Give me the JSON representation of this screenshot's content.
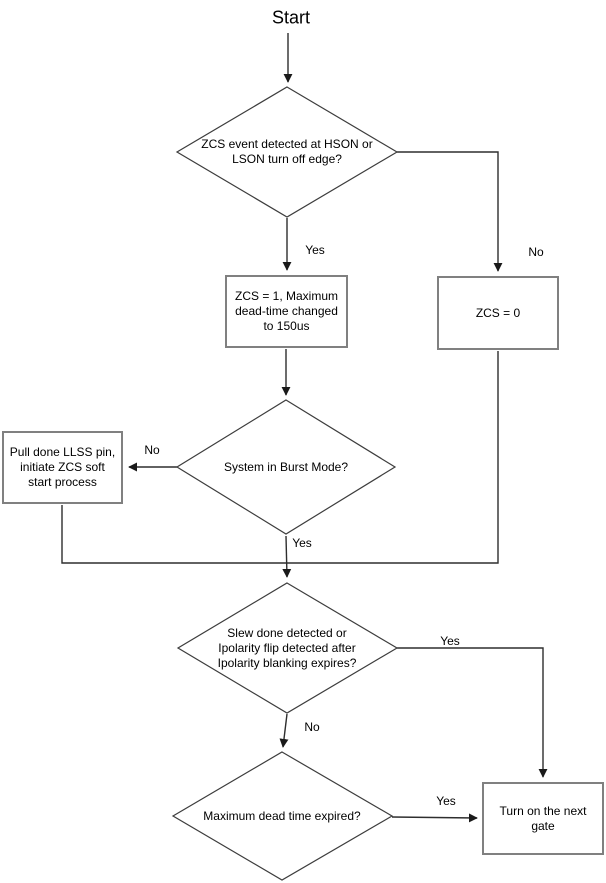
{
  "title": "ZCS detection flowchart",
  "colors": {
    "line": "#2e2e2e",
    "diamond_border": "#3d3d3d",
    "box_border": "#808080",
    "text": "#000000",
    "background": "#ffffff"
  },
  "start_label": "Start",
  "nodes": {
    "d1": {
      "label": "ZCS event detected at HSON or\nLSON turn off edge?"
    },
    "b1": {
      "label": "ZCS = 1, Maximum\ndead-time changed\nto 150us"
    },
    "b2": {
      "label": "ZCS = 0"
    },
    "d2": {
      "label": "System in Burst Mode?"
    },
    "b3": {
      "label": "Pull done LLSS pin,\ninitiate ZCS soft\nstart process"
    },
    "d3": {
      "label": "Slew done detected or\nIpolarity flip detected after\nIpolarity blanking expires?"
    },
    "d4": {
      "label": "Maximum dead time expired?"
    },
    "b4": {
      "label": "Turn on the next\ngate"
    }
  },
  "edge_labels": {
    "d1_yes": "Yes",
    "d1_no": "No",
    "d2_no": "No",
    "d2_yes": "Yes",
    "d3_yes": "Yes",
    "d3_no": "No",
    "d4_yes": "Yes"
  }
}
